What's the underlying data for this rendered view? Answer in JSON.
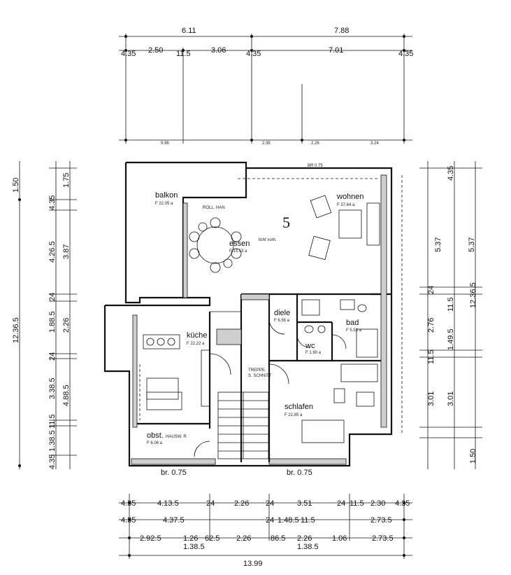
{
  "plan": {
    "apartment_number": "5",
    "rooms": {
      "balkon": {
        "name": "balkon",
        "area": "F 22.05 a"
      },
      "wohnen": {
        "name": "wohnen",
        "area": "F 37.64 a"
      },
      "essen": {
        "name": "essen",
        "area": "F 13.53 a"
      },
      "kueche": {
        "name": "küche",
        "area": "F 22.22 a"
      },
      "diele": {
        "name": "diele",
        "area": "F 6.56 a"
      },
      "bad": {
        "name": "bad",
        "area": "F 5.53 a"
      },
      "wc": {
        "name": "wc",
        "area": "F 1.90 a"
      },
      "schlafen": {
        "name": "schlafen",
        "area": "F 22.85 a"
      },
      "obst": {
        "name": "obst.",
        "area": "F 6.06 a",
        "note": "HAUSW. R"
      },
      "treppe": {
        "name": "TREPPE",
        "note": "S. SCHNITT"
      }
    },
    "notes": {
      "br_top": "BR 0.75",
      "br_left": "br. 0.75",
      "br_right": "br. 0.75",
      "kamin": "licht vorh.",
      "roll": "ROLL. HAN"
    },
    "top_dims": {
      "row1": [
        "6.11",
        "7.88"
      ],
      "row2": [
        "4.35",
        "2.50",
        "11.5",
        "3.06",
        "4.35",
        "7.01",
        "4.35"
      ],
      "row3": [
        "5.96",
        "2.36",
        "2.26",
        "3.24"
      ]
    },
    "bottom_dims": {
      "row1": [
        "4.35",
        "4.13.5",
        "24",
        "2.26",
        "24",
        "3.51",
        "24",
        "11.5",
        "2.30",
        "4.35"
      ],
      "row2": [
        "4.35",
        "4.37.5",
        "24",
        "1.48.5",
        "11.5",
        "2.73.5"
      ],
      "row3": [
        "2.92.5",
        "1.26",
        "62.5",
        "2.26",
        "86.5",
        "2.26",
        "1.06",
        "2.73.5"
      ],
      "row3b": [
        "1.38.5",
        "1.38.5"
      ],
      "total": "13.99"
    },
    "left_dims": {
      "outer": [
        "1.50",
        "12.36.5"
      ],
      "mid": [
        "1.75",
        "4.35",
        "4.26.5",
        "3.87",
        "24",
        "1.88.5",
        "2.26",
        "24",
        "3.38.5",
        "4.88.5",
        "11.5",
        "1.38.5",
        "4.35"
      ]
    },
    "right_dims": {
      "outer": [
        "4.35",
        "5.37",
        "12.36.5",
        "1.50"
      ],
      "mid": [
        "5.37",
        "24",
        "11.5",
        "2.76",
        "1.49.5",
        "11.5",
        "3.01",
        "3.01"
      ]
    }
  }
}
